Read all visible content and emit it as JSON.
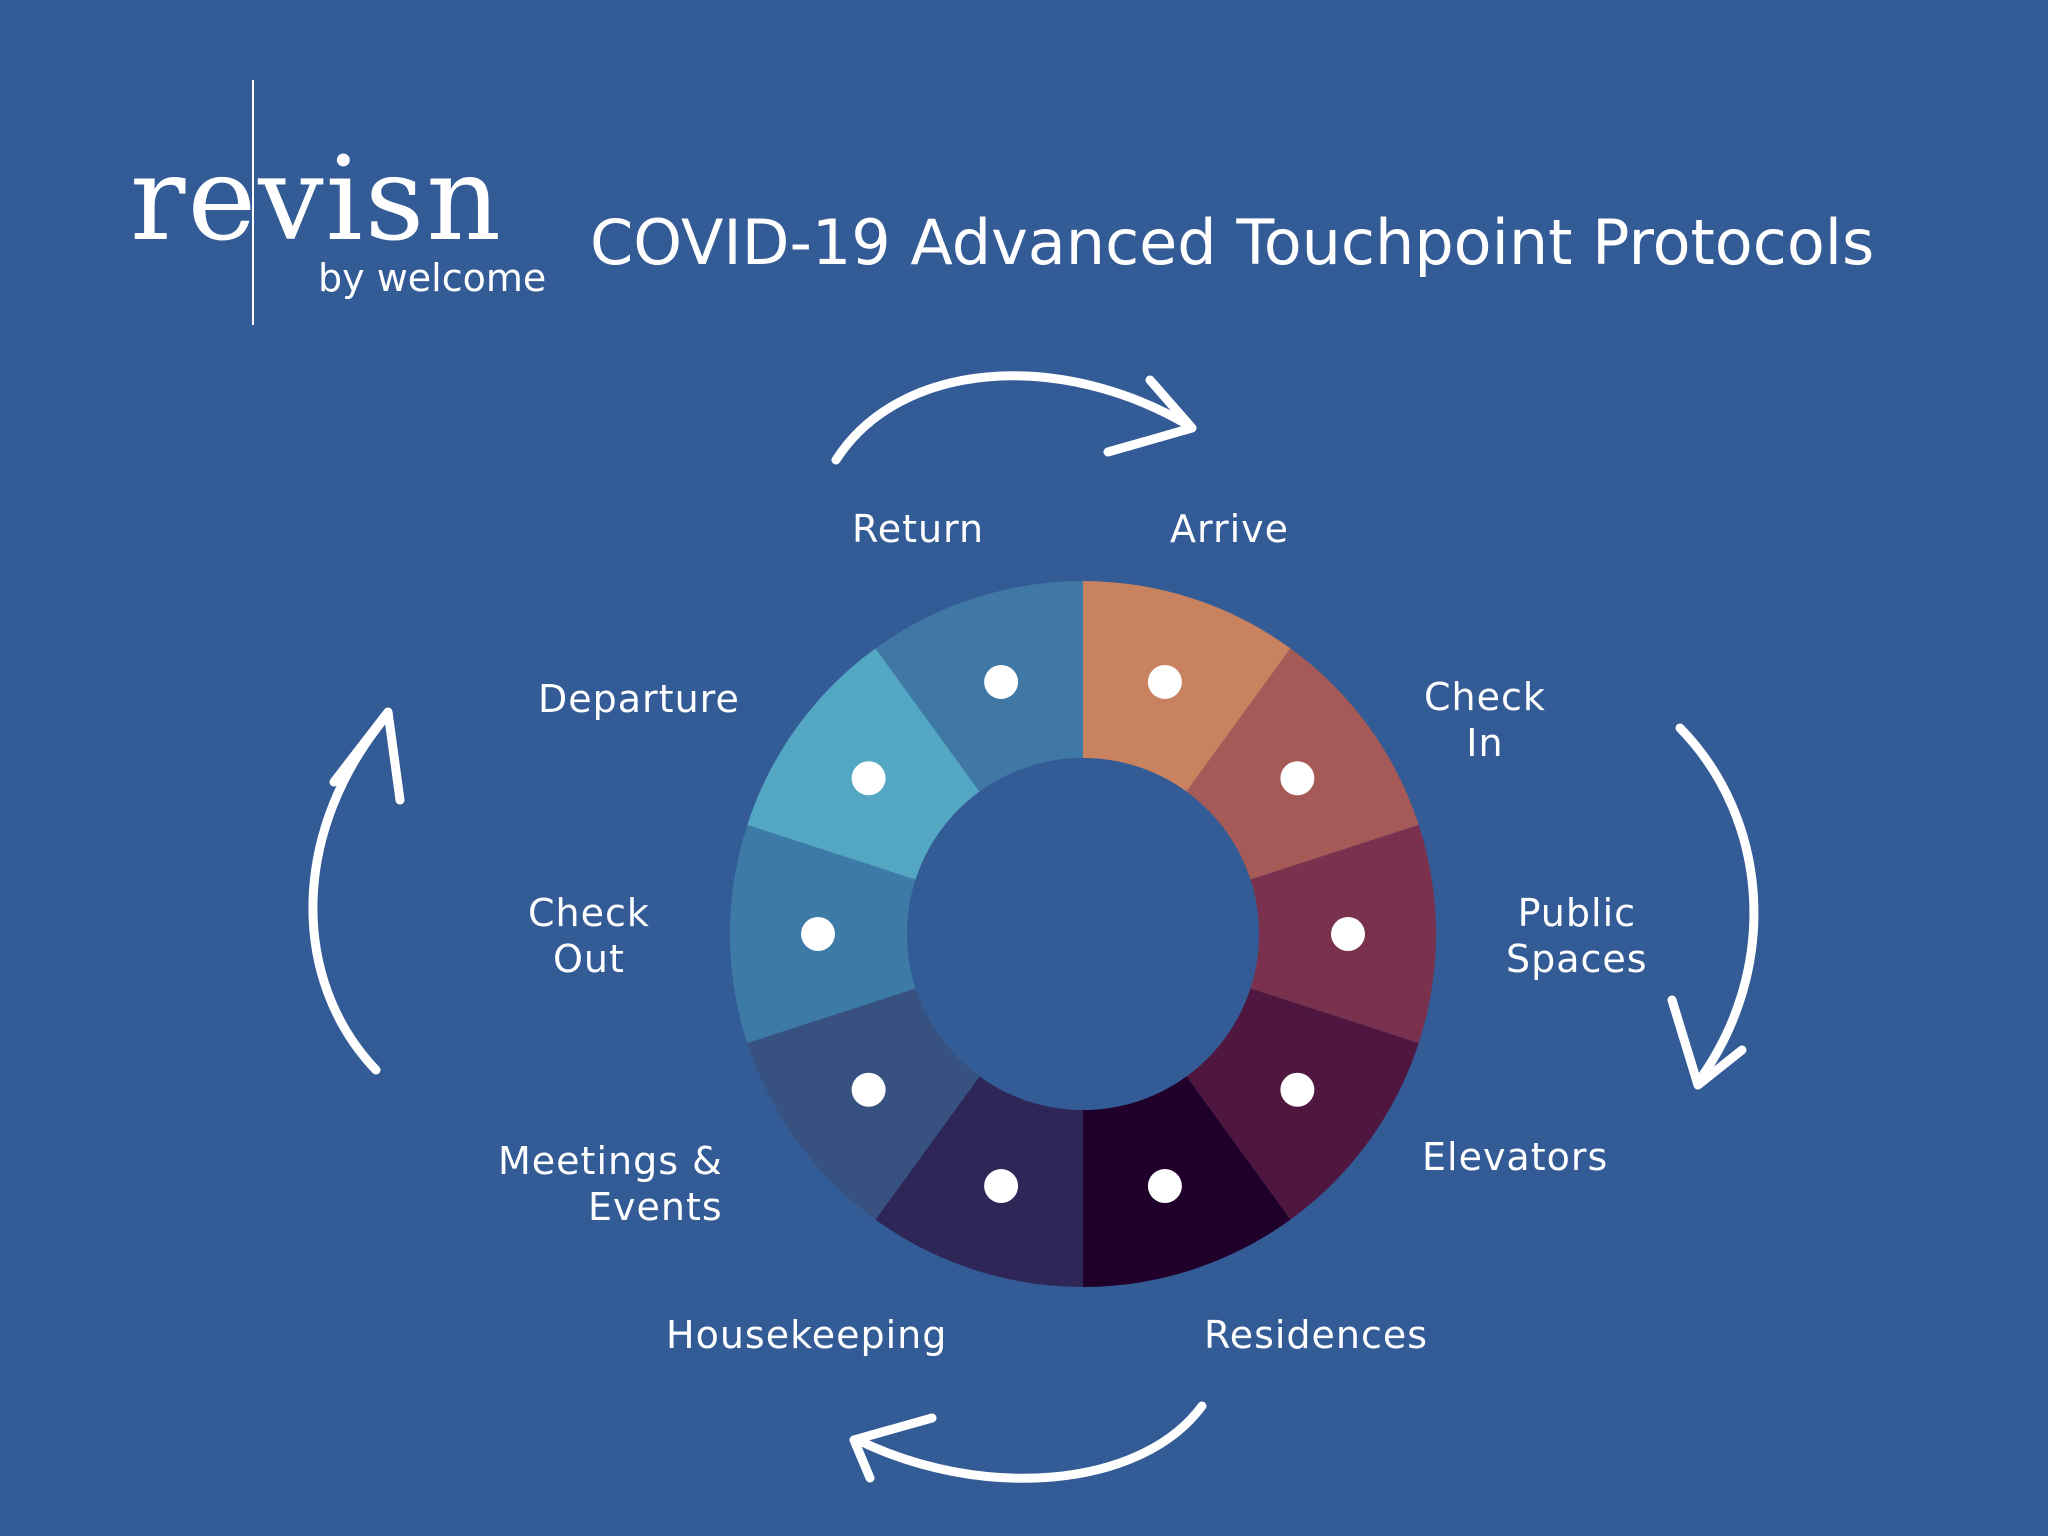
{
  "logo": {
    "word": "revisn",
    "tagline": "by welcome"
  },
  "title": "COVID-19 Advanced Touchpoint Protocols",
  "colors": {
    "background": "#335b96",
    "segments": [
      "#c8825f",
      "#a65a58",
      "#7a314e",
      "#4f173f",
      "#20002a",
      "#2d2656",
      "#375280",
      "#3e7aa6",
      "#54a7c3",
      "#3f78a4"
    ]
  },
  "segments": [
    {
      "label": "Arrive"
    },
    {
      "label": "Check\nIn"
    },
    {
      "label": "Public\nSpaces"
    },
    {
      "label": "Elevators"
    },
    {
      "label": "Residences"
    },
    {
      "label": "Housekeeping"
    },
    {
      "label": "Meetings &\nEvents"
    },
    {
      "label": "Check\nOut"
    },
    {
      "label": "Departure"
    },
    {
      "label": "Return"
    }
  ]
}
